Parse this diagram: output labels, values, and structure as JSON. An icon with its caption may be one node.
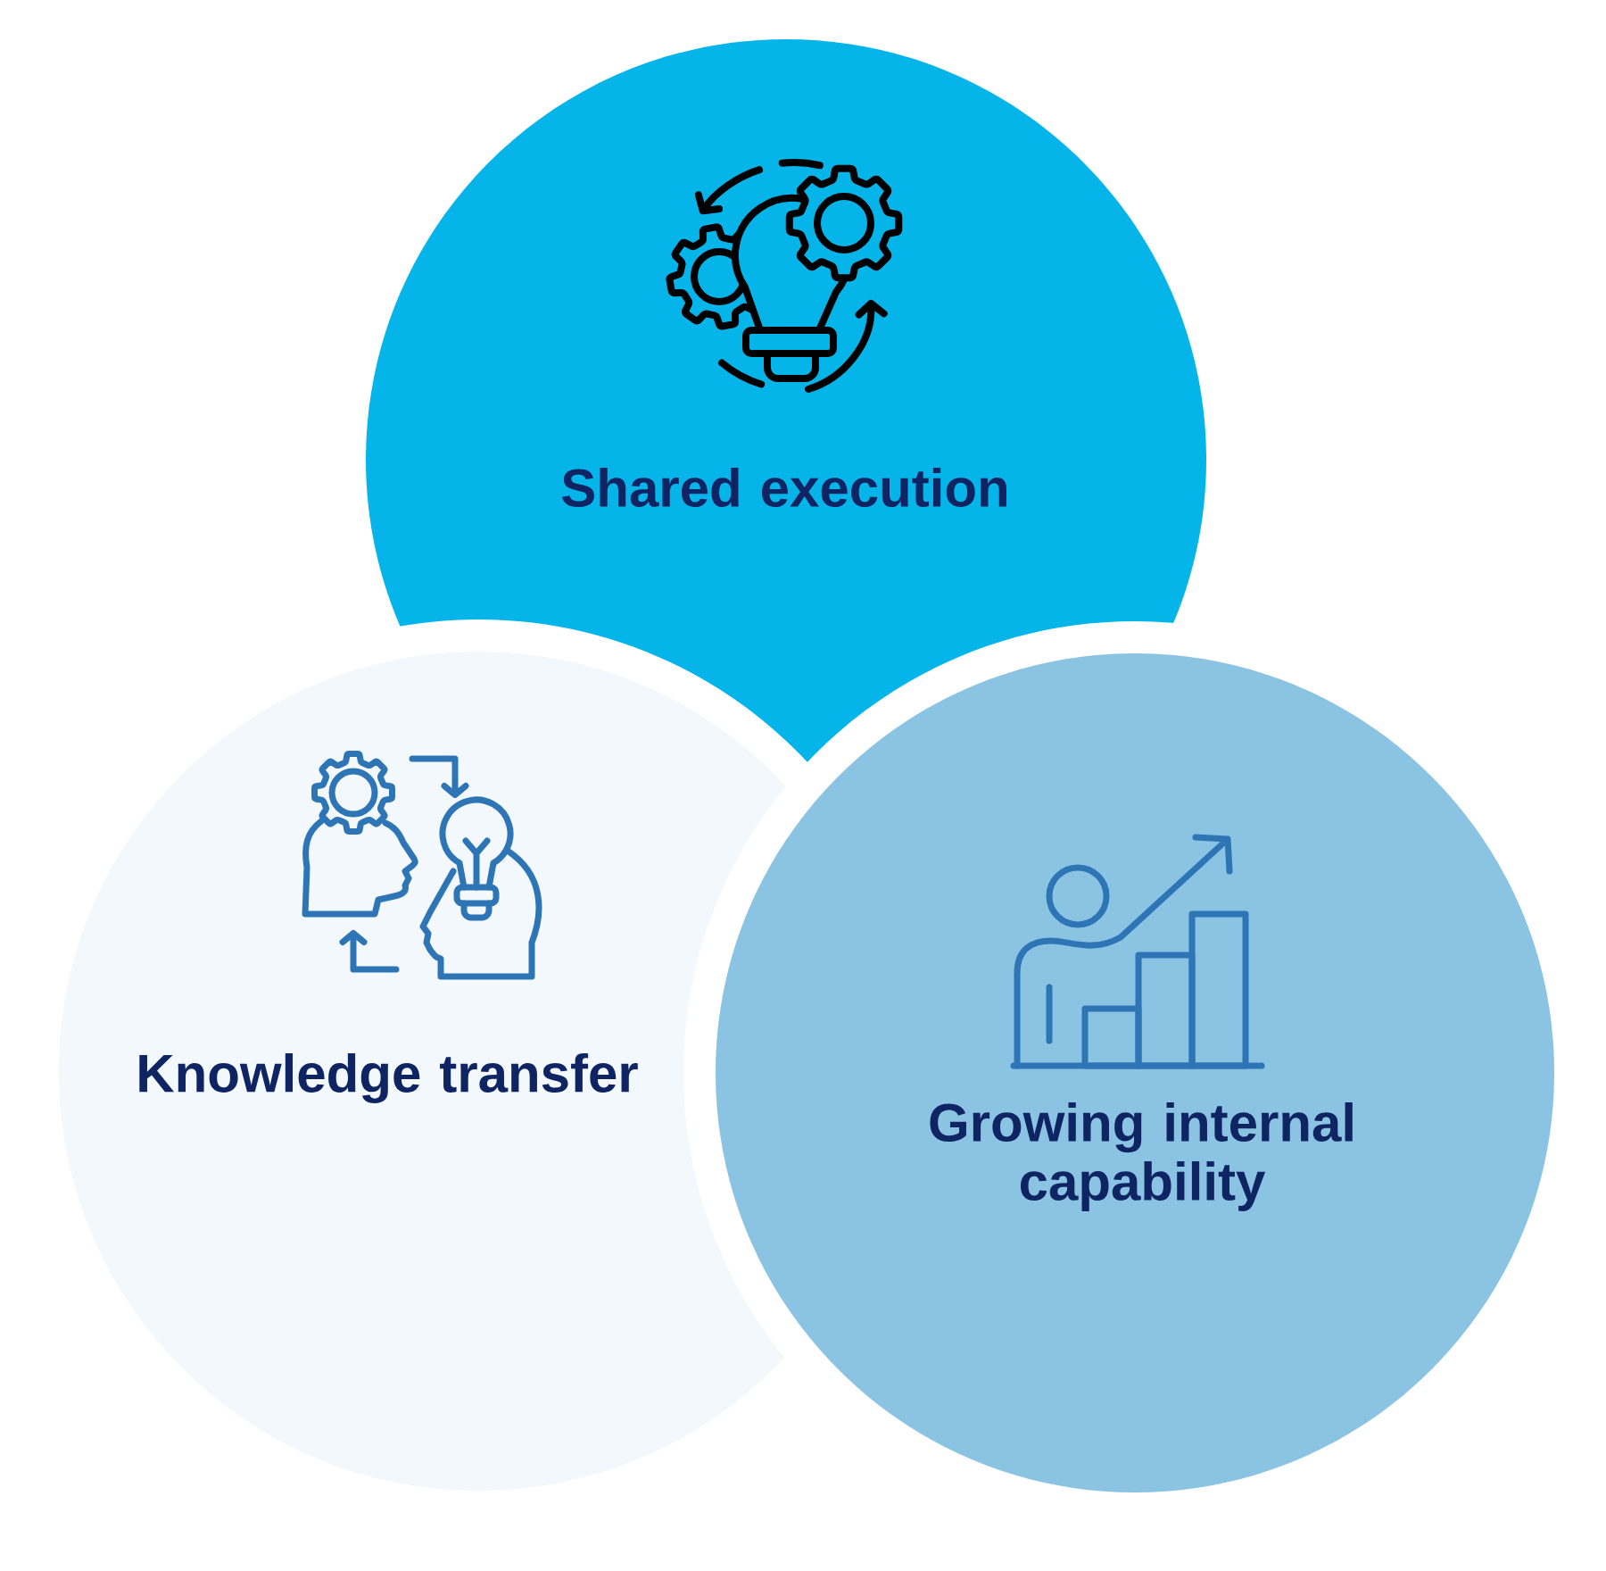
{
  "diagram": {
    "nodes": [
      {
        "text": [
          "Shared execution"
        ]
      },
      {
        "text": [
          "Knowledge transfer"
        ]
      },
      {
        "text": [
          "Growing internal capability"
        ]
      }
    ]
  }
}
